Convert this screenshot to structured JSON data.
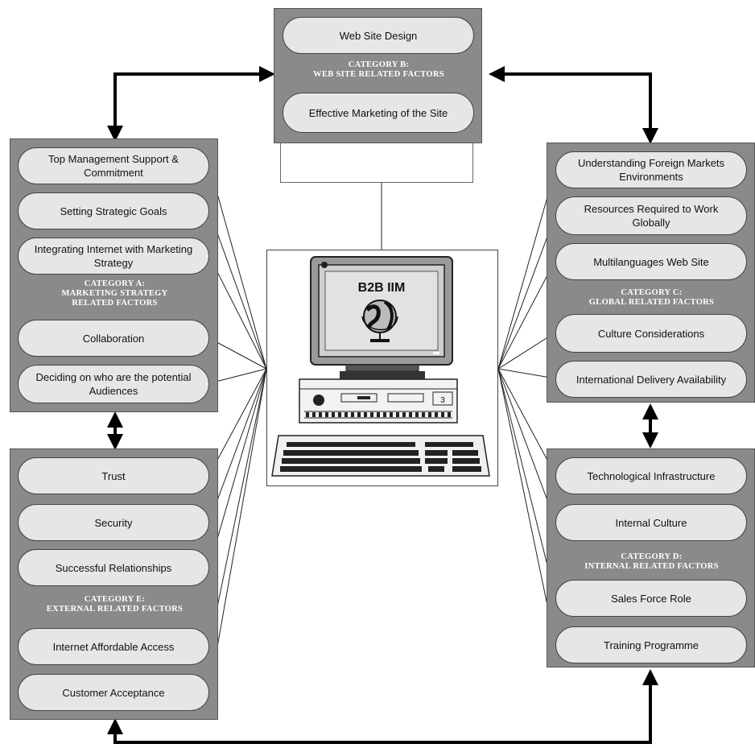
{
  "center": {
    "screen_label": "B2B IIM"
  },
  "categories": {
    "b": {
      "name": "CATEGORY B:",
      "subtitle": "WEB SITE RELATED FACTORS",
      "factors": [
        "Web Site Design",
        "Effective Marketing of the Site"
      ]
    },
    "a": {
      "name": "CATEGORY A:",
      "subtitle_line1": "MARKETING STRATEGY",
      "subtitle_line2": "RELATED FACTORS",
      "factors": [
        "Top Management Support & Commitment",
        "Setting Strategic Goals",
        "Integrating Internet with Marketing Strategy",
        "Collaboration",
        "Deciding on who are the potential Audiences"
      ]
    },
    "c": {
      "name": "CATEGORY C:",
      "subtitle": "GLOBAL RELATED FACTORS",
      "factors": [
        "Understanding Foreign Markets Environments",
        "Resources Required to Work Globally",
        "Multilanguages Web Site",
        "Culture Considerations",
        "International Delivery Availability"
      ]
    },
    "e": {
      "name": "CATEGORY E:",
      "subtitle": "EXTERNAL RELATED FACTORS",
      "factors": [
        "Trust",
        "Security",
        "Successful Relationships",
        "Internet Affordable Access",
        "Customer Acceptance"
      ]
    },
    "d": {
      "name": "CATEGORY D:",
      "subtitle": "INTERNAL RELATED FACTORS",
      "factors": [
        "Technological Infrastructure",
        "Internal Culture",
        "Sales Force Role",
        "Training Programme"
      ]
    }
  },
  "colors": {
    "category_fill": "#8a8a8a",
    "factor_fill": "#e6e6e6",
    "arrow": "#000000",
    "line": "#222222"
  }
}
